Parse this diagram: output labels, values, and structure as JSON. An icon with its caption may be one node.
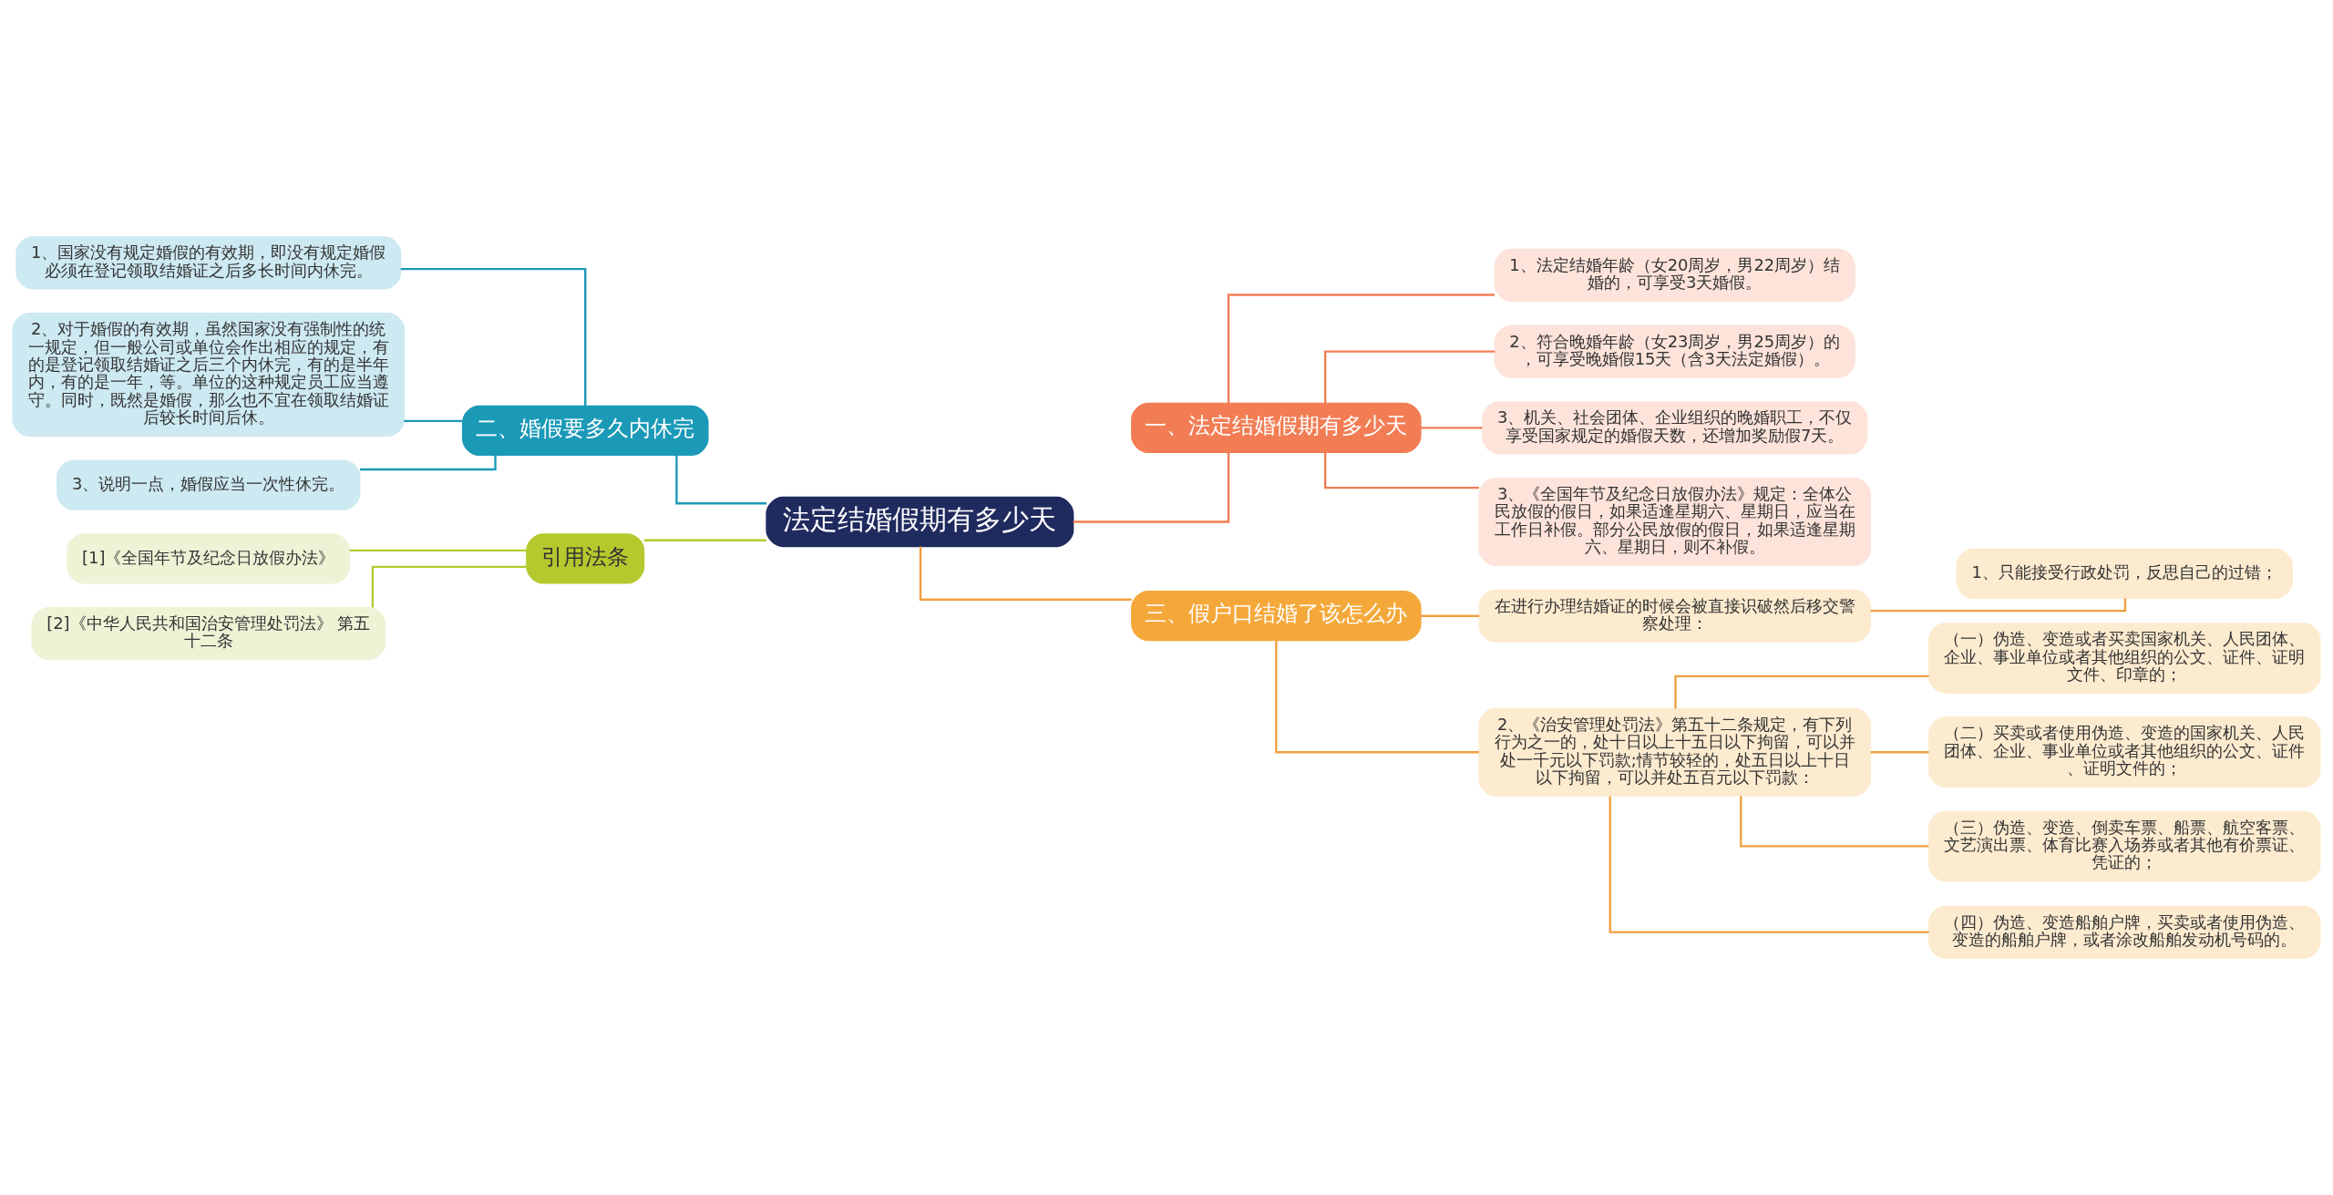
{
  "diagram": {
    "nodes": [
      {
        "text": [
          "法定结婚假期有多少天"
        ]
      },
      {
        "text": [
          "二、婚假要多久内休完"
        ]
      },
      {
        "text": [
          "1、国家没有规定婚假的有效期，即没有规定婚假必须在登记领取结婚证之后多长时间内休完。"
        ]
      },
      {
        "text": [
          "2、对于婚假的有效期，虽然国家没有强制性的统一规定，但一般公司或单位会作出相应的规定，有的是登记领取结婚证之后三个内休完，有的是半年内，有的是一年，等。单位的这种规定员工应当遵守。同时，既然是婚假，那么也不宜在领取结婚证后较长时间后休。"
        ]
      },
      {
        "text": [
          "3、说明一点，婚假应当一次性休完。"
        ]
      },
      {
        "text": [
          "引用法条"
        ]
      },
      {
        "text": [
          "[1]《全国年节及纪念日放假办法》"
        ]
      },
      {
        "text": [
          "[2]《中华人民共和国治安管理处罚法》 第五十二条"
        ]
      },
      {
        "text": [
          "一、法定结婚假期有多少天"
        ]
      },
      {
        "text": [
          "1、法定结婚年龄（女20周岁，男22周岁）结婚的，可享受3天婚假。"
        ]
      },
      {
        "text": [
          "2、符合晚婚年龄（女23周岁，男25周岁）的，可享受晚婚假15天（含3天法定婚假）。"
        ]
      },
      {
        "text": [
          "3、机关、社会团体、企业组织的晚婚职工，不仅享受国家规定的婚假天数，还增加奖励假7天。"
        ]
      },
      {
        "text": [
          "3、《全国年节及纪念日放假办法》规定：全体公民放假的假日，如果适逢星期六、星期日，应当在工作日补假。部分公民放假的假日，如果适逢星期六、星期日，则不补假。"
        ]
      },
      {
        "text": [
          "三、假户口结婚了该怎么办"
        ]
      },
      {
        "text": [
          "在进行办理结婚证的时候会被直接识破然后移交警察处理："
        ]
      },
      {
        "text": [
          "1、只能接受行政处罚，反思自己的过错；"
        ]
      },
      {
        "text": [
          "2、《治安管理处罚法》第五十二条规定，有下列行为之一的，处十日以上十五日以下拘留，可以并处一千元以下罚款;情节较轻的，处五日以上十日以下拘留，可以并处五百元以下罚款："
        ]
      },
      {
        "text": [
          "（一）伪造、变造或者买卖国家机关、人民团体、企业、事业单位或者其他组织的公文、证件、证明文件、印章的；"
        ]
      },
      {
        "text": [
          "（二）买卖或者使用伪造、变造的国家机关、人民团体、企业、事业单位或者其他组织的公文、证件、证明文件的；"
        ]
      },
      {
        "text": [
          "（三）伪造、变造、倒卖车票、船票、航空客票、文艺演出票、体育比赛入场券或者其他有价票证、凭证的；"
        ]
      },
      {
        "text": [
          "（四）伪造、变造船舶户牌，买卖或者使用伪造、变造的船舶户牌，或者涂改船舶发动机号码的。"
        ]
      }
    ],
    "edges": [
      {
        "from": 0,
        "to": 1,
        "arrow": "none",
        "color": "#1b9ab8"
      },
      {
        "from": 1,
        "to": 2,
        "arrow": "none",
        "color": "#1b9ab8"
      },
      {
        "from": 1,
        "to": 3,
        "arrow": "none",
        "color": "#1b9ab8"
      },
      {
        "from": 1,
        "to": 4,
        "arrow": "none",
        "color": "#1b9ab8"
      },
      {
        "from": 0,
        "to": 5,
        "arrow": "none",
        "color": "#b5c92e"
      },
      {
        "from": 5,
        "to": 6,
        "arrow": "none",
        "color": "#b5c92e"
      },
      {
        "from": 5,
        "to": 7,
        "arrow": "none",
        "color": "#b5c92e"
      },
      {
        "from": 0,
        "to": 8,
        "arrow": "none",
        "color": "#f27d55"
      },
      {
        "from": 8,
        "to": 9,
        "arrow": "none",
        "color": "#f27d55"
      },
      {
        "from": 8,
        "to": 10,
        "arrow": "none",
        "color": "#f27d55"
      },
      {
        "from": 8,
        "to": 11,
        "arrow": "none",
        "color": "#f27d55"
      },
      {
        "from": 8,
        "to": 12,
        "arrow": "none",
        "color": "#f27d55"
      },
      {
        "from": 0,
        "to": 13,
        "arrow": "none"
      },
      {
        "from": 13,
        "to": 14,
        "arrow": "none"
      },
      {
        "from": 14,
        "to": 15,
        "arrow": "none"
      },
      {
        "from": 13,
        "to": 16,
        "arrow": "none"
      },
      {
        "from": 16,
        "to": 17,
        "arrow": "none"
      },
      {
        "from": 16,
        "to": 18,
        "arrow": "none"
      },
      {
        "from": 16,
        "to": 19,
        "arrow": "none"
      },
      {
        "from": 16,
        "to": 20,
        "arrow": "none"
      }
    ]
  }
}
